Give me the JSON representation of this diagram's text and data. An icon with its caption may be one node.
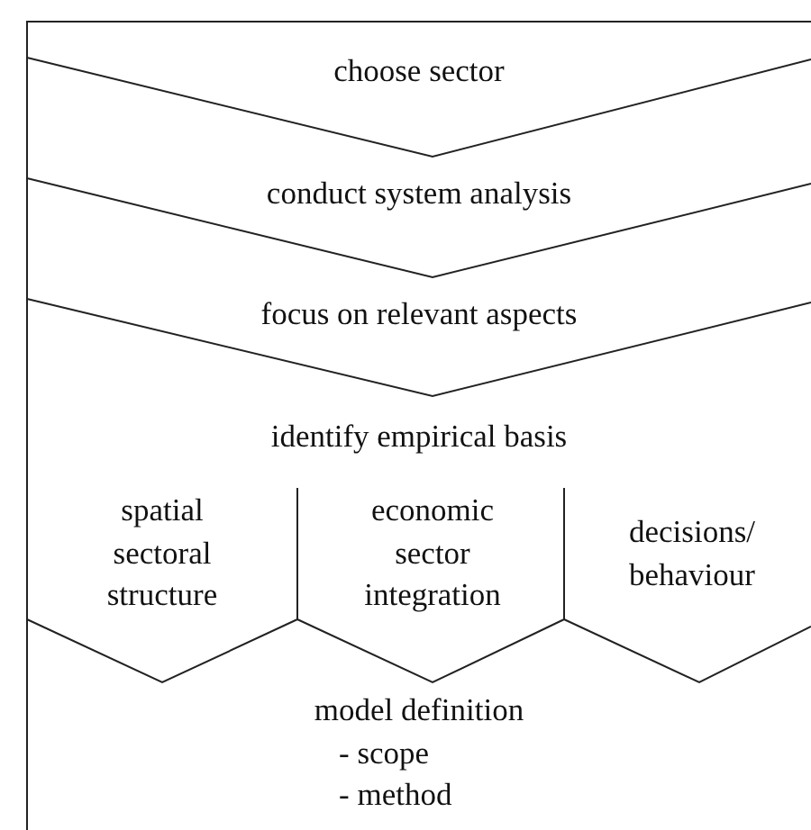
{
  "diagram": {
    "nodes": [
      {
        "text": [
          "choose sector"
        ]
      },
      {
        "text": [
          "conduct system analysis"
        ]
      },
      {
        "text": [
          "focus on relevant aspects"
        ]
      },
      {
        "text": [
          "identify empirical basis"
        ]
      },
      {
        "text": [
          "spatial sectoral structure"
        ],
        "in": 3
      },
      {
        "text": [
          "economic sector integration"
        ],
        "in": 3
      },
      {
        "text": [
          "decisions/ behaviour"
        ],
        "in": 3
      },
      {
        "text": [
          "model definition",
          "- scope",
          "- method"
        ]
      }
    ]
  }
}
